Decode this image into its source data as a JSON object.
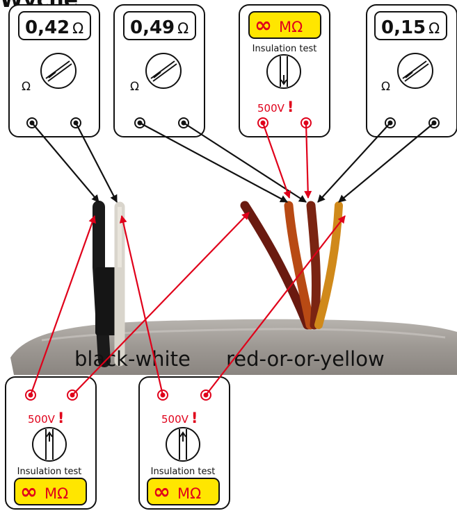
{
  "title": "Wyche",
  "wire_groups": {
    "left": "black-white",
    "right": "red-or-or-yellow"
  },
  "meters": {
    "m1": {
      "reading": "0,42",
      "unit": "Ω",
      "dial_mark": "Ω"
    },
    "m2": {
      "reading": "0,49",
      "unit": "Ω",
      "dial_mark": "Ω"
    },
    "m3": {
      "reading": "∞",
      "unit": "MΩ",
      "mode": "Insulation test",
      "voltage": "500V",
      "warning": "!"
    },
    "m4": {
      "reading": "0,15",
      "unit": "Ω",
      "dial_mark": "Ω"
    },
    "m5": {
      "reading": "∞",
      "unit": "MΩ",
      "mode": "Insulation test",
      "voltage": "500V",
      "warning": "!"
    },
    "m6": {
      "reading": "∞",
      "unit": "MΩ",
      "mode": "Insulation test",
      "voltage": "500V",
      "warning": "!"
    }
  },
  "colors": {
    "continuity_lead": "#111111",
    "insulation_lead": "#e0001a",
    "infinity_display": "#ffe600"
  }
}
